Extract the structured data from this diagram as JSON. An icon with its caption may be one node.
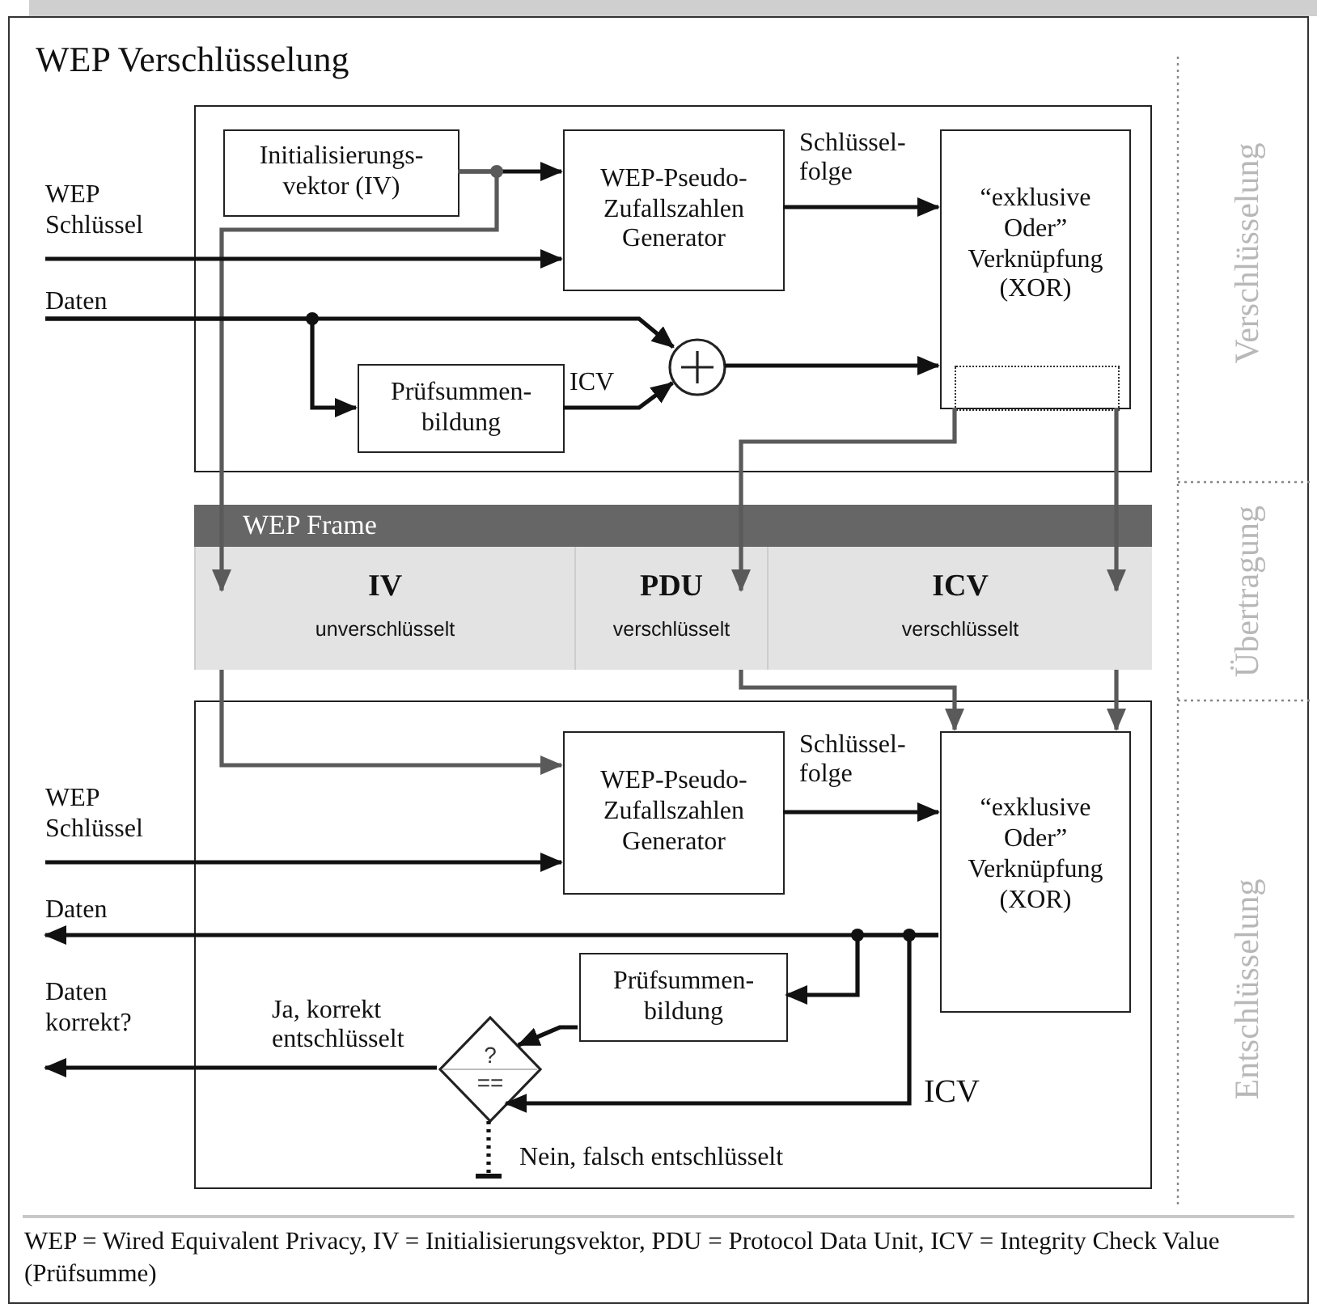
{
  "diagram": {
    "title": "WEP Verschlüsselung",
    "nodes": [
      {
        "text": [],
        "shape": "box"
      },
      {
        "text": [
          "Initialisierungs- vektor (IV)"
        ],
        "in": 0
      },
      {
        "text": [
          "WEP-Pseudo- Zufallszahlen Generator"
        ],
        "in": 0
      },
      {
        "text": [
          "“exklusive Oder” Verknüpfung (XOR)"
        ],
        "in": 0
      },
      {
        "text": [
          "Prüfsummen- bildung"
        ],
        "in": 0
      },
      {
        "text": [],
        "shape": "circle",
        "in": 0
      },
      {
        "text": [
          "WEP Schlüssel"
        ]
      },
      {
        "text": [
          "Daten"
        ]
      },
      {
        "text": [],
        "shape": "box",
        "in": 3
      },
      {
        "text": [
          "WEP Frame"
        ]
      },
      {
        "text": [
          "IV",
          "unverschlüsselt"
        ],
        "in": 9
      },
      {
        "text": [
          "PDU",
          "verschlüsselt"
        ],
        "in": 9
      },
      {
        "text": [
          "ICV",
          "verschlüsselt"
        ],
        "in": 9
      },
      {
        "text": [],
        "shape": "box"
      },
      {
        "text": [
          "WEP-Pseudo- Zufallszahlen Generator"
        ],
        "in": 13
      },
      {
        "text": [
          "“exklusive Oder” Verknüpfung (XOR)"
        ],
        "in": 13
      },
      {
        "text": [
          "Prüfsummen- bildung"
        ],
        "in": 13
      },
      {
        "text": [
          "?",
          "=="
        ],
        "in": 13
      },
      {
        "text": [
          "WEP Schlüssel"
        ]
      },
      {
        "text": [
          "Daten"
        ]
      },
      {
        "text": [
          "Daten korrekt?"
        ]
      },
      {
        "text": [
          "Nein, falsch entschlüsselt"
        ],
        "in": 13
      }
    ],
    "edges": [
      {
        "from": 1,
        "to": 2,
        "arrow": "to"
      },
      {
        "from": 1,
        "to": 10,
        "arrow": "to",
        "color": "#5a5a5a"
      },
      {
        "from": 6,
        "to": 2,
        "arrow": "to"
      },
      {
        "from": 7,
        "to": 5,
        "arrow": "to"
      },
      {
        "from": 7,
        "to": 4,
        "arrow": "to"
      },
      {
        "from": 4,
        "to": 5,
        "arrow": "to",
        "label": "ICV"
      },
      {
        "from": 2,
        "to": 3,
        "arrow": "to",
        "label": "Schlüssel- folge"
      },
      {
        "from": 5,
        "to": 3,
        "arrow": "to"
      },
      {
        "from": 8,
        "to": 11,
        "arrow": "to",
        "color": "#5a5a5a"
      },
      {
        "from": 8,
        "to": 12,
        "arrow": "to",
        "color": "#5a5a5a"
      },
      {
        "from": 10,
        "to": 14,
        "arrow": "to",
        "color": "#5a5a5a"
      },
      {
        "from": 11,
        "to": 15,
        "arrow": "to",
        "color": "#5a5a5a"
      },
      {
        "from": 12,
        "to": 15,
        "arrow": "to",
        "color": "#5a5a5a"
      },
      {
        "from": 18,
        "to": 14,
        "arrow": "to"
      },
      {
        "from": 14,
        "to": 15,
        "arrow": "to",
        "label": "Schlüssel- folge"
      },
      {
        "from": 15,
        "to": 19,
        "arrow": "to"
      },
      {
        "from": 15,
        "to": 16,
        "arrow": "to"
      },
      {
        "from": 15,
        "to": 17,
        "arrow": "to",
        "label": "ICV"
      },
      {
        "from": 16,
        "to": 17,
        "arrow": "to"
      },
      {
        "from": 17,
        "to": 20,
        "arrow": "to",
        "label": "Ja, korrekt entschlüsselt"
      },
      {
        "from": 17,
        "to": 21,
        "arrow": "other",
        "style": "dashed"
      }
    ],
    "labels": [
      "Verschlüsselung",
      "Übertragung",
      "Entschlüsselung"
    ],
    "caption": "WEP = Wired Equivalent Privacy, IV = Initialisierungsvektor, PDU = Protocol Data Unit, ICV = Integrity Check Value (Prüfsumme)"
  }
}
